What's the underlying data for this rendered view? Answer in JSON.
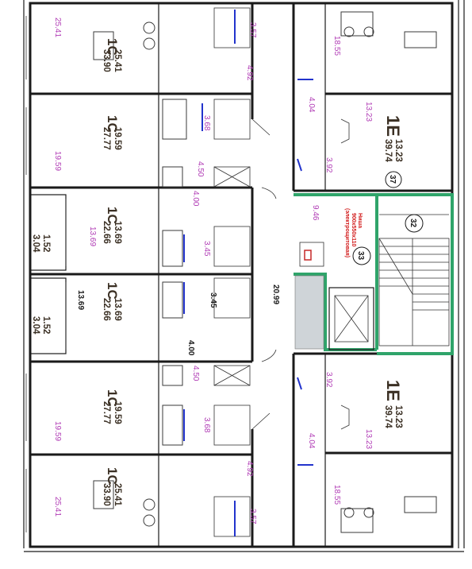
{
  "apartments": [
    {
      "type": "1С",
      "living": "25.41",
      "total": "33.90",
      "room": "25.41",
      "bath": "3.57",
      "hall": "4.92"
    },
    {
      "type": "1С",
      "living": "19.59",
      "total": "27.77",
      "room": "19.59",
      "bath": "3.68",
      "hall": "4.50"
    },
    {
      "type": "1С",
      "living": "13.69",
      "total": "22.66",
      "room": "13.69",
      "bath": "3.45",
      "hall": "4.00",
      "balcony_living": "1.52",
      "balcony_total": "3.04"
    },
    {
      "type": "1С",
      "living": "13.69",
      "total": "22.66",
      "room": "13.69",
      "bath": "3.45",
      "hall": "4.00",
      "balcony_living": "1.52",
      "balcony_total": "3.04"
    },
    {
      "type": "1С",
      "living": "19.59",
      "total": "27.77",
      "room": "19.59",
      "bath": "3.68",
      "hall": "4.50"
    },
    {
      "type": "1С",
      "living": "25.41",
      "total": "33.90",
      "room": "25.41",
      "bath": "3.57",
      "hall": "4.92"
    }
  ],
  "apartments_e": [
    {
      "type": "1Е",
      "living": "13.23",
      "total": "39.74",
      "room": "18.55",
      "kitchen": "13.23",
      "bath": "3.92",
      "hall": "4.04"
    },
    {
      "type": "1Е",
      "living": "13.23",
      "total": "39.74",
      "room": "18.55",
      "kitchen": "13.23",
      "bath": "3.92",
      "hall": "4.04"
    }
  ],
  "corridor": {
    "area": "20.99"
  },
  "lift_hall": {
    "area": "9.46",
    "niche_line1": "Ниша",
    "niche_line2": "900х550х110",
    "niche_line3": "(электрощитовая)"
  },
  "markers": {
    "m37": "37",
    "m32": "32",
    "m33": "33"
  }
}
